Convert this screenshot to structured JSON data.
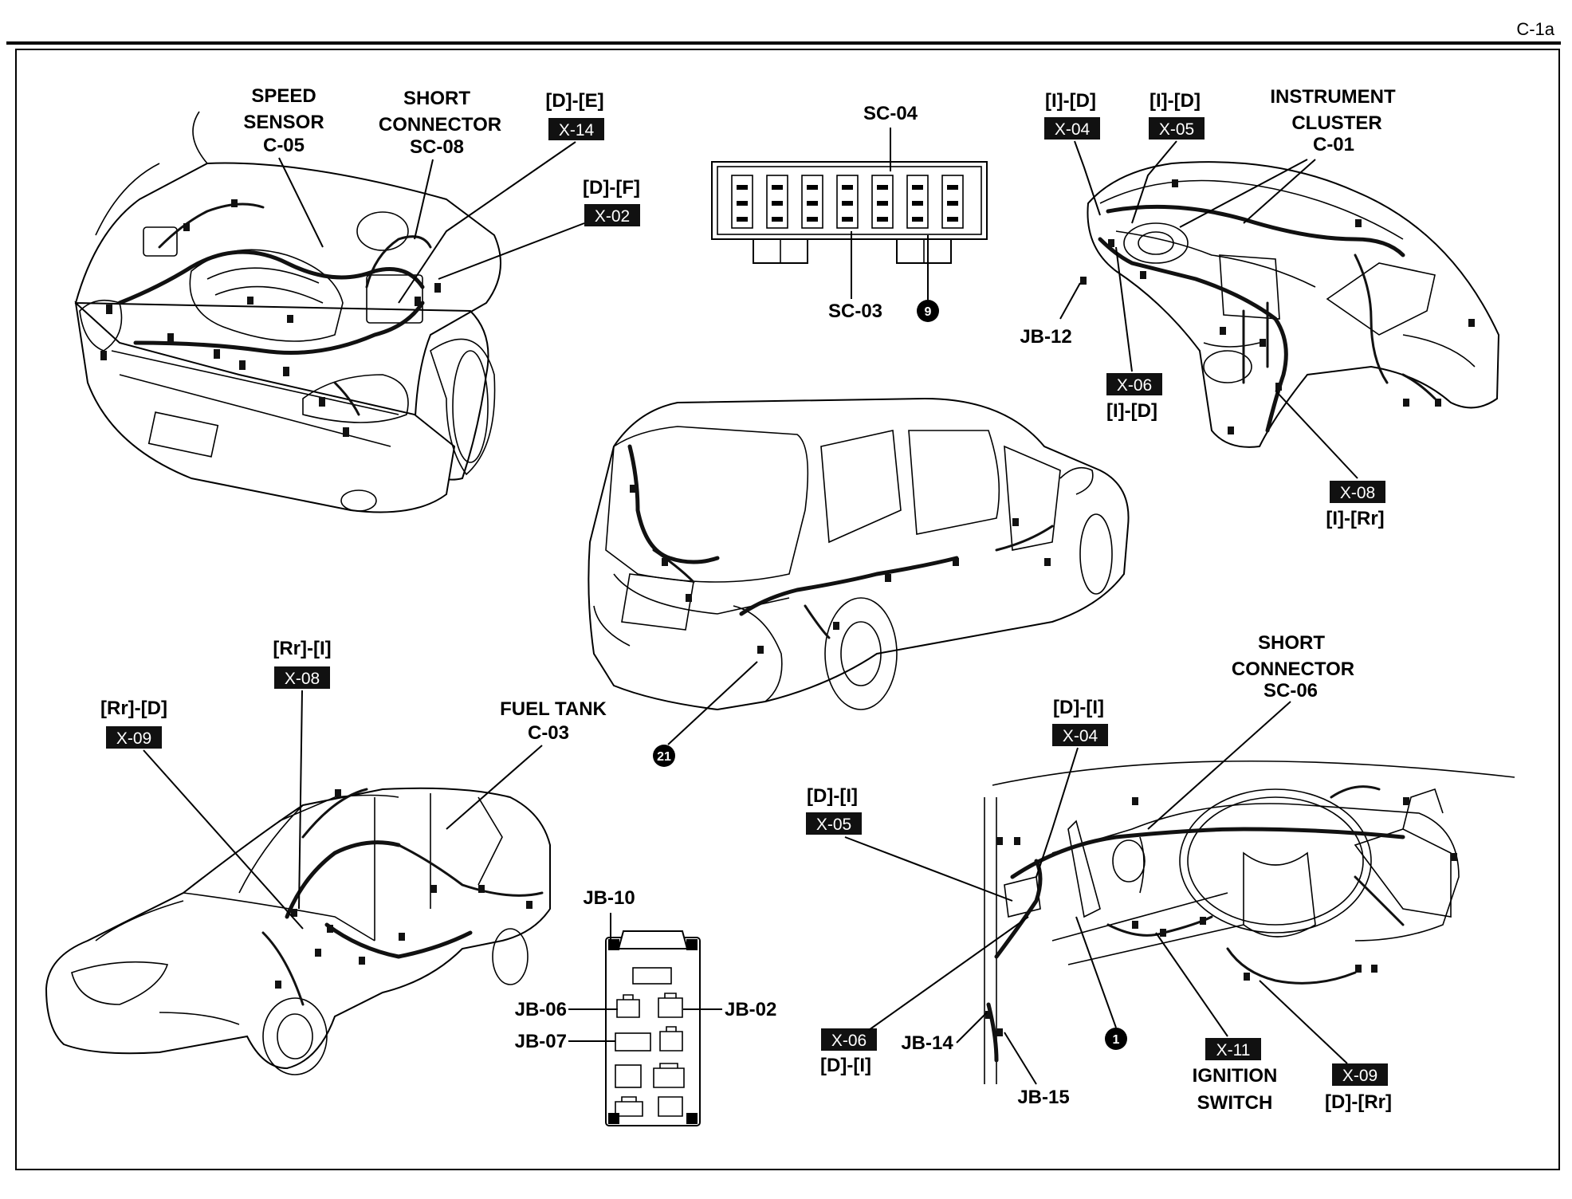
{
  "page": {
    "code": "C-1a"
  },
  "views": {
    "engine": {
      "speed_sensor": [
        "SPEED",
        "SENSOR",
        "C-05"
      ],
      "short_connector": [
        "SHORT",
        "CONNECTOR",
        "SC-08"
      ],
      "de": {
        "ref": "[D]-[E]",
        "tag": "X-14"
      },
      "df": {
        "ref": "[D]-[F]",
        "tag": "X-02"
      }
    },
    "junction": {
      "sc04": "SC-04",
      "sc03": "SC-03",
      "marker": "9"
    },
    "instrument": {
      "x04": {
        "ref": "[I]-[D]",
        "tag": "X-04"
      },
      "x05": {
        "ref": "[I]-[D]",
        "tag": "X-05"
      },
      "cluster": [
        "INSTRUMENT",
        "CLUSTER",
        "C-01"
      ],
      "jb12": "JB-12",
      "x06": {
        "ref": "[I]-[D]",
        "tag": "X-06"
      },
      "x08": {
        "ref": "[I]-[Rr]",
        "tag": "X-08"
      }
    },
    "rear": {
      "marker": "21"
    },
    "floor": {
      "x08": {
        "ref": "[Rr]-[I]",
        "tag": "X-08"
      },
      "x09": {
        "ref": "[Rr]-[D]",
        "tag": "X-09"
      },
      "fuel_tank": [
        "FUEL TANK",
        "C-03"
      ]
    },
    "jbox": {
      "jb10": "JB-10",
      "jb06": "JB-06",
      "jb02": "JB-02",
      "jb07": "JB-07"
    },
    "dash": {
      "short_connector": [
        "SHORT",
        "CONNECTOR",
        "SC-06"
      ],
      "x04": {
        "ref": "[D]-[I]",
        "tag": "X-04"
      },
      "x05": {
        "ref": "[D]-[I]",
        "tag": "X-05"
      },
      "x06": {
        "ref": "[D]-[I]",
        "tag": "X-06"
      },
      "jb14": "JB-14",
      "jb15": "JB-15",
      "marker": "1",
      "x11": {
        "tag": "X-11"
      },
      "ignition": [
        "IGNITION",
        "SWITCH"
      ],
      "x09": {
        "ref": "[D]-[Rr]",
        "tag": "X-09"
      }
    }
  }
}
